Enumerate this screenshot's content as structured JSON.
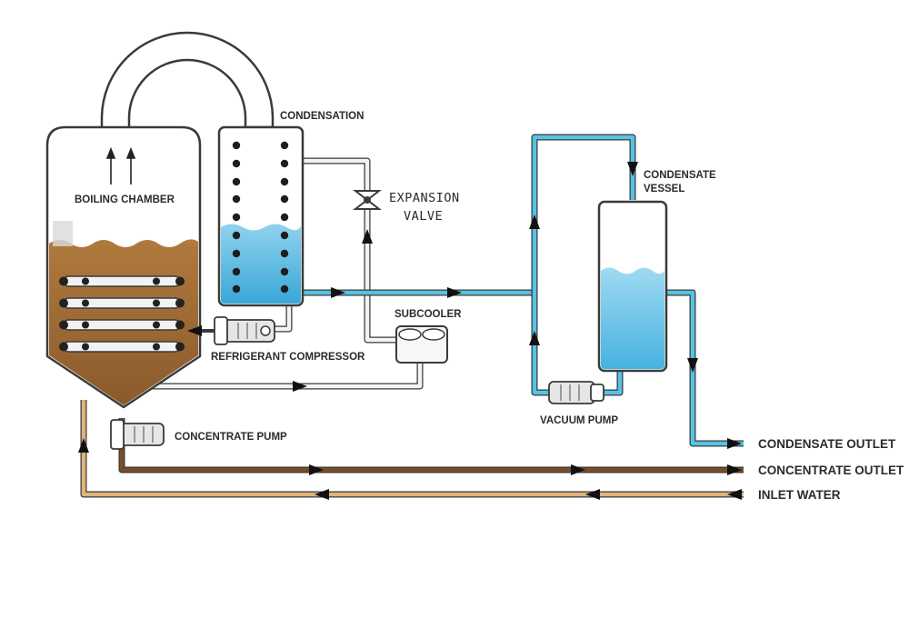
{
  "labels": {
    "condensation": "CONDENSATION",
    "boiling_chamber": "BOILING CHAMBER",
    "expansion_valve_line1": "EXPANSION",
    "expansion_valve_line2": "VALVE",
    "condensate_vessel_line1": "CONDENSATE",
    "condensate_vessel_line2": "VESSEL",
    "subcooler": "SUBCOOLER",
    "refrigerant_compressor": "REFRIGERANT COMPRESSOR",
    "vacuum_pump": "VACUUM PUMP",
    "concentrate_pump": "CONCENTRATE PUMP",
    "condensate_outlet": "CONDENSATE OUTLET",
    "concentrate_outlet": "CONCENTRATE OUTLET",
    "inlet_water": "INLET WATER"
  },
  "colors": {
    "outline": "#3a3a3a",
    "concentrate": "#a86f33",
    "concentrate_dark": "#7a4e25",
    "inlet_pipe": "#e0b27c",
    "condensate_water": "#57c1e6",
    "water_light": "#bfe6f5",
    "refrigerant_pipe": "#f4f4f4"
  }
}
